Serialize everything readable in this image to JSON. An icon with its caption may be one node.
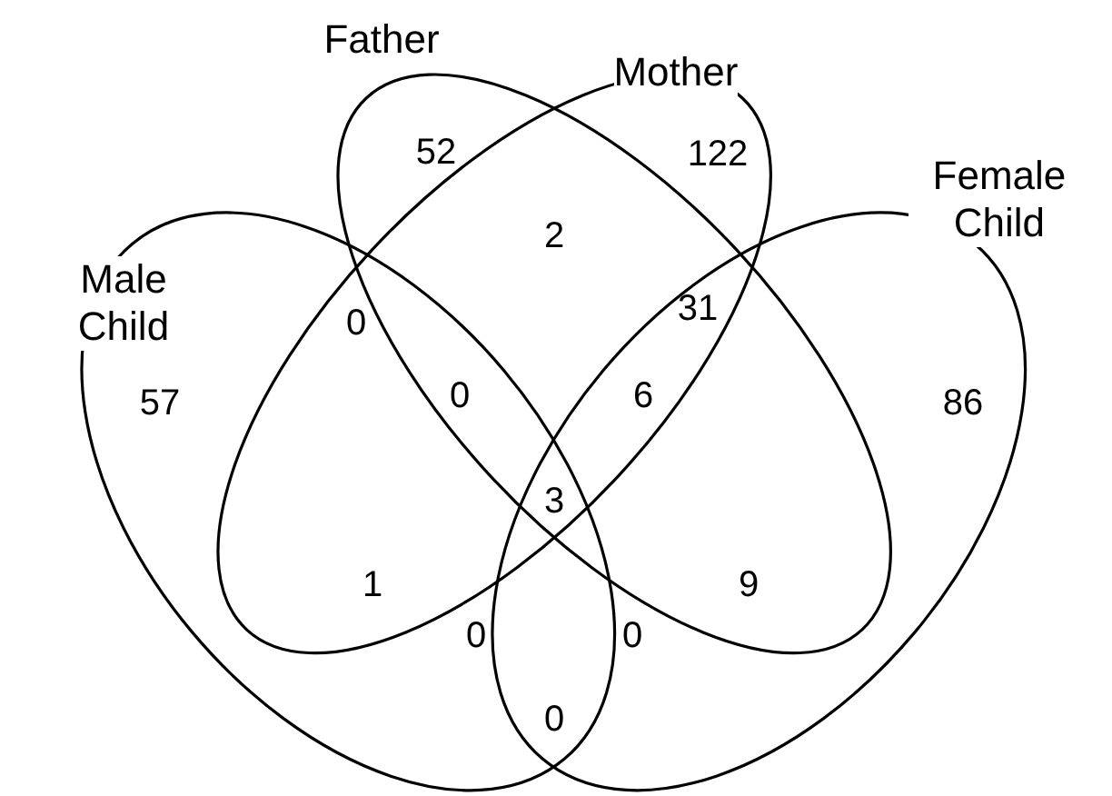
{
  "diagram": {
    "nodes": [
      {
        "text": [
          "Male Child"
        ]
      },
      {
        "text": [
          "Father"
        ]
      },
      {
        "text": [
          "Mother"
        ]
      },
      {
        "text": [
          "Female Child"
        ]
      }
    ],
    "labels": [
      "52",
      "122",
      "0",
      "2",
      "31",
      "57",
      "0",
      "6",
      "86",
      "3",
      "1",
      "0",
      "0",
      "9",
      "0"
    ]
  }
}
